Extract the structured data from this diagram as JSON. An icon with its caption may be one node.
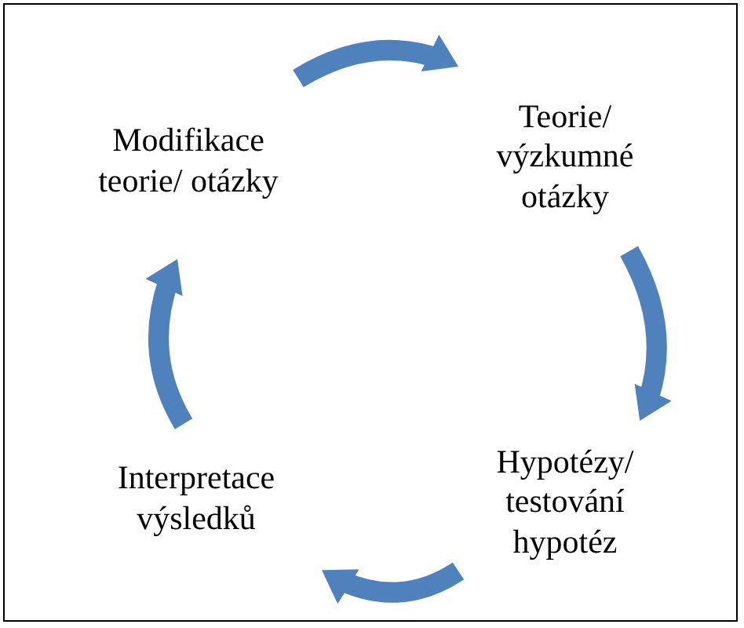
{
  "diagram": {
    "nodes": [
      {
        "text": [
          "Modifikace teorie/ otázky"
        ]
      },
      {
        "text": [
          "Teorie/ výzkumné otázky"
        ]
      },
      {
        "text": [
          "Hypotézy/ testování hypotéz"
        ]
      },
      {
        "text": [
          "Interpretace výsledků"
        ]
      }
    ],
    "edges": [
      {
        "from": 0,
        "to": 1,
        "arrow": "to"
      },
      {
        "from": 1,
        "to": 2,
        "arrow": "to"
      },
      {
        "from": 2,
        "to": 3,
        "arrow": "to"
      },
      {
        "from": 3,
        "to": 0,
        "arrow": "to"
      }
    ]
  }
}
